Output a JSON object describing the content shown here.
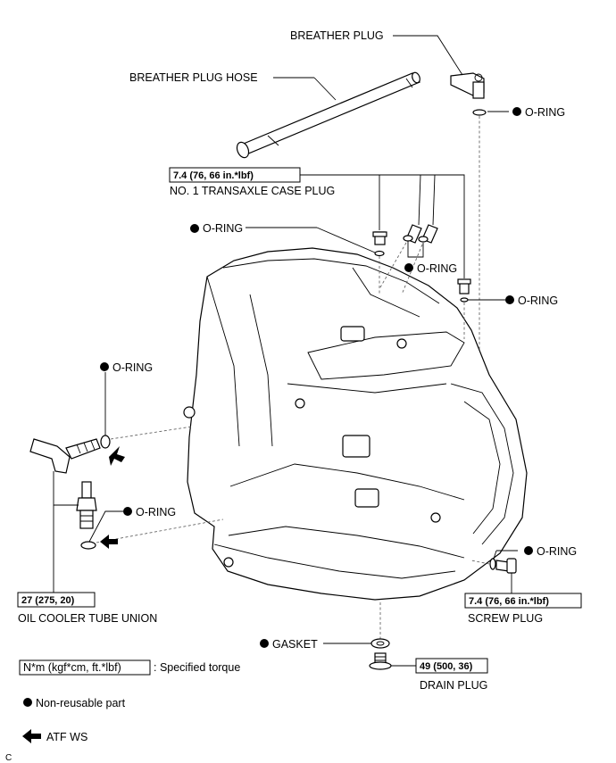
{
  "labels": {
    "breather_plug": "BREATHER PLUG",
    "breather_plug_hose": "BREATHER PLUG HOSE",
    "o_ring": "O-RING",
    "gasket": "GASKET",
    "no1_case_plug": "NO. 1 TRANSAXLE CASE PLUG",
    "oil_cooler_tube_union": "OIL COOLER TUBE UNION",
    "screw_plug": "SCREW PLUG",
    "drain_plug": "DRAIN PLUG"
  },
  "torques": {
    "case_plug": "7.4 (76, 66 in.*lbf)",
    "screw_plug": "7.4 (76, 66 in.*lbf)",
    "tube_union": "27 (275, 20)",
    "drain_plug": "49 (500, 36)"
  },
  "legend": {
    "torque_box": "N*m (kgf*cm, ft.*lbf)",
    "torque_text": ": Specified torque",
    "non_reusable": "Non-reusable part",
    "atf": "ATF WS",
    "figure_code": "C"
  }
}
